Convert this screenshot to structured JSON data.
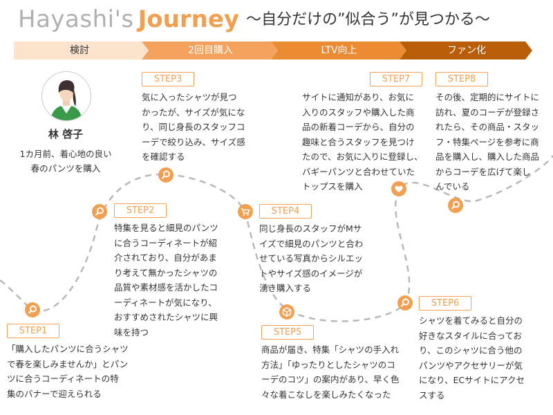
{
  "header": {
    "title_name": "Hayashi's",
    "title_journey": "Journey",
    "subtitle": "〜自分だけの”似合う”が見つかる〜"
  },
  "stages": [
    "検討",
    "2回目購入",
    "LTV向上",
    "ファン化"
  ],
  "stage_colors": [
    "#fbe3cc",
    "#f3a35d",
    "#eb8b32",
    "#b85d08"
  ],
  "persona": {
    "name": "林 啓子",
    "description": "1カ月前、着心地の良い\n春のパンツを購入"
  },
  "steps": [
    {
      "label": "STEP1",
      "text": "「購入したパンツに合うシャツ\nで春を楽しみませんか」とパン\nツに合うコーディネートの特\n集のバナーで迎えられる"
    },
    {
      "label": "STEP2",
      "text": "特集を見ると細見のパンツ\nに合うコーディネートが紹\n介されており、自分があま\nり考えて無かったシャツの\n品質や素材感を活かしたコ\nーディネートが気になり、\nおすすめされたシャツに興\n味を持つ"
    },
    {
      "label": "STEP3",
      "text": "気に入ったシャツが見つ\nかったが、サイズが気にな\nり、同じ身長のスタッフコ\nーデで絞り込み、サイズ感\nを確認する"
    },
    {
      "label": "STEP4",
      "text": "同じ身長のスタッフがMサ\nイズで細見のパンツと合わ\nせている写真からシルエッ\nトやサイズ感のイメージが\n湧き購入する"
    },
    {
      "label": "STEP5",
      "text": "商品が届き、特集「シャツの手入れ\n方法」「ゆったりとしたシャツのコ\nーデのコツ」の案内があり、早く色\n々な着こなしを楽しみたくなった"
    },
    {
      "label": "STEP6",
      "text": "シャツを着てみると自分の\n好きなスタイルに合ってお\nり、このシャツに合う他の\nパンツやアクセサリーが気\nになり、ECサイトにアクセ\nスする"
    },
    {
      "label": "STEP7",
      "text": "サイトに通知があり、お気に\n入りのスタッフや購入した商\n品の新着コーデから、自分の\n趣味と合うスタッフを見つけ\nたので、お気に入りに登録し、\nバギーパンツと合わせていた\nトップスを購入"
    },
    {
      "label": "STEP8",
      "text": "その後、定期的にサイトに\n訪れ、夏のコーデが登録さ\nれたら、その商品・スタッ\nフ・特集ページを参考に商\n品を購入し、購入した商品\nからコーデを広げて楽し\nんでいる"
    }
  ],
  "accent_color": "#f0a050",
  "path_color": "#b8b8b8",
  "icons": [
    "search-icon",
    "search-icon",
    "search-icon",
    "cart-icon",
    "box-icon",
    "search-icon",
    "heart-icon",
    "search-icon"
  ]
}
